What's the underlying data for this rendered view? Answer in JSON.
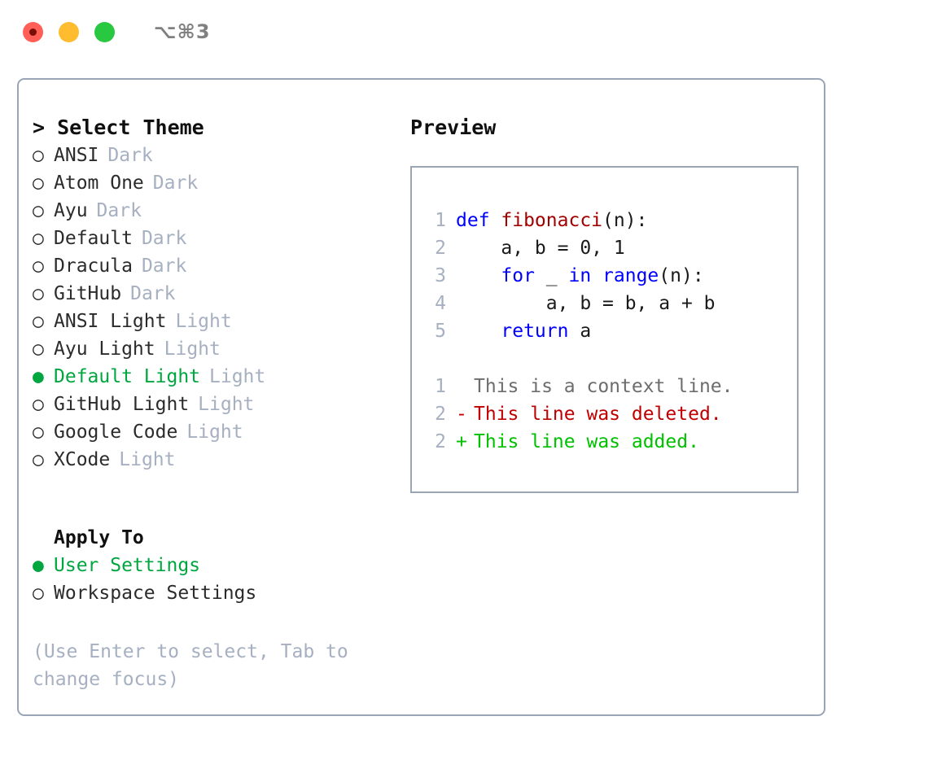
{
  "window": {
    "traffic_lights": [
      {
        "name": "close",
        "color": "#ff5f57"
      },
      {
        "name": "minimize",
        "color": "#febc2e"
      },
      {
        "name": "maximize",
        "color": "#28c840"
      }
    ],
    "shortcut": "⌥⌘3"
  },
  "theme_panel": {
    "header": "> Select Theme",
    "items": [
      {
        "bullet": "○",
        "label": "ANSI",
        "tag": "Dark",
        "selected": false
      },
      {
        "bullet": "○",
        "label": "Atom One",
        "tag": "Dark",
        "selected": false
      },
      {
        "bullet": "○",
        "label": "Ayu",
        "tag": "Dark",
        "selected": false
      },
      {
        "bullet": "○",
        "label": "Default",
        "tag": "Dark",
        "selected": false
      },
      {
        "bullet": "○",
        "label": "Dracula",
        "tag": "Dark",
        "selected": false
      },
      {
        "bullet": "○",
        "label": "GitHub",
        "tag": "Dark",
        "selected": false
      },
      {
        "bullet": "○",
        "label": "ANSI Light",
        "tag": "Light",
        "selected": false
      },
      {
        "bullet": "○",
        "label": "Ayu Light",
        "tag": "Light",
        "selected": false
      },
      {
        "bullet": "●",
        "label": "Default Light",
        "tag": "Light",
        "selected": true
      },
      {
        "bullet": "○",
        "label": "GitHub Light",
        "tag": "Light",
        "selected": false
      },
      {
        "bullet": "○",
        "label": "Google Code",
        "tag": "Light",
        "selected": false
      },
      {
        "bullet": "○",
        "label": "XCode",
        "tag": "Light",
        "selected": false
      }
    ]
  },
  "apply_to": {
    "header": "Apply To",
    "options": [
      {
        "bullet": "●",
        "label": "User Settings",
        "selected": true
      },
      {
        "bullet": "○",
        "label": "Workspace Settings",
        "selected": false
      }
    ]
  },
  "hint": "(Use Enter to select, Tab to change focus)",
  "preview": {
    "title": "Preview",
    "code_lines": [
      {
        "no": "1",
        "tokens": [
          {
            "t": "def ",
            "k": "kw"
          },
          {
            "t": "fibonacci",
            "k": "fn"
          },
          {
            "t": "(n):",
            "k": "plain"
          }
        ]
      },
      {
        "no": "2",
        "tokens": [
          {
            "t": "    a, b = 0, 1",
            "k": "plain"
          }
        ]
      },
      {
        "no": "3",
        "tokens": [
          {
            "t": "    ",
            "k": "plain"
          },
          {
            "t": "for",
            "k": "kw"
          },
          {
            "t": " _ ",
            "k": "plain"
          },
          {
            "t": "in",
            "k": "kw"
          },
          {
            "t": " ",
            "k": "plain"
          },
          {
            "t": "range",
            "k": "kw"
          },
          {
            "t": "(n):",
            "k": "plain"
          }
        ]
      },
      {
        "no": "4",
        "tokens": [
          {
            "t": "        a, b = b, a + b",
            "k": "plain"
          }
        ]
      },
      {
        "no": "5",
        "tokens": [
          {
            "t": "    ",
            "k": "plain"
          },
          {
            "t": "return",
            "k": "kw"
          },
          {
            "t": " a",
            "k": "plain"
          }
        ]
      }
    ],
    "diff_lines": [
      {
        "no": "1",
        "marker": " ",
        "text": "This is a context line.",
        "kind": "context"
      },
      {
        "no": "2",
        "marker": "-",
        "text": "This line was deleted.",
        "kind": "del"
      },
      {
        "no": "2",
        "marker": "+",
        "text": "This line was added.",
        "kind": "add"
      }
    ]
  },
  "colors": {
    "selected_green": "#00a63f",
    "tag_gray": "#a6b0c0",
    "border": "#9aa5b5",
    "keyword_blue": "#0000ff",
    "function_red": "#a30000",
    "diff_del": "#c00000",
    "diff_add": "#00c000"
  }
}
